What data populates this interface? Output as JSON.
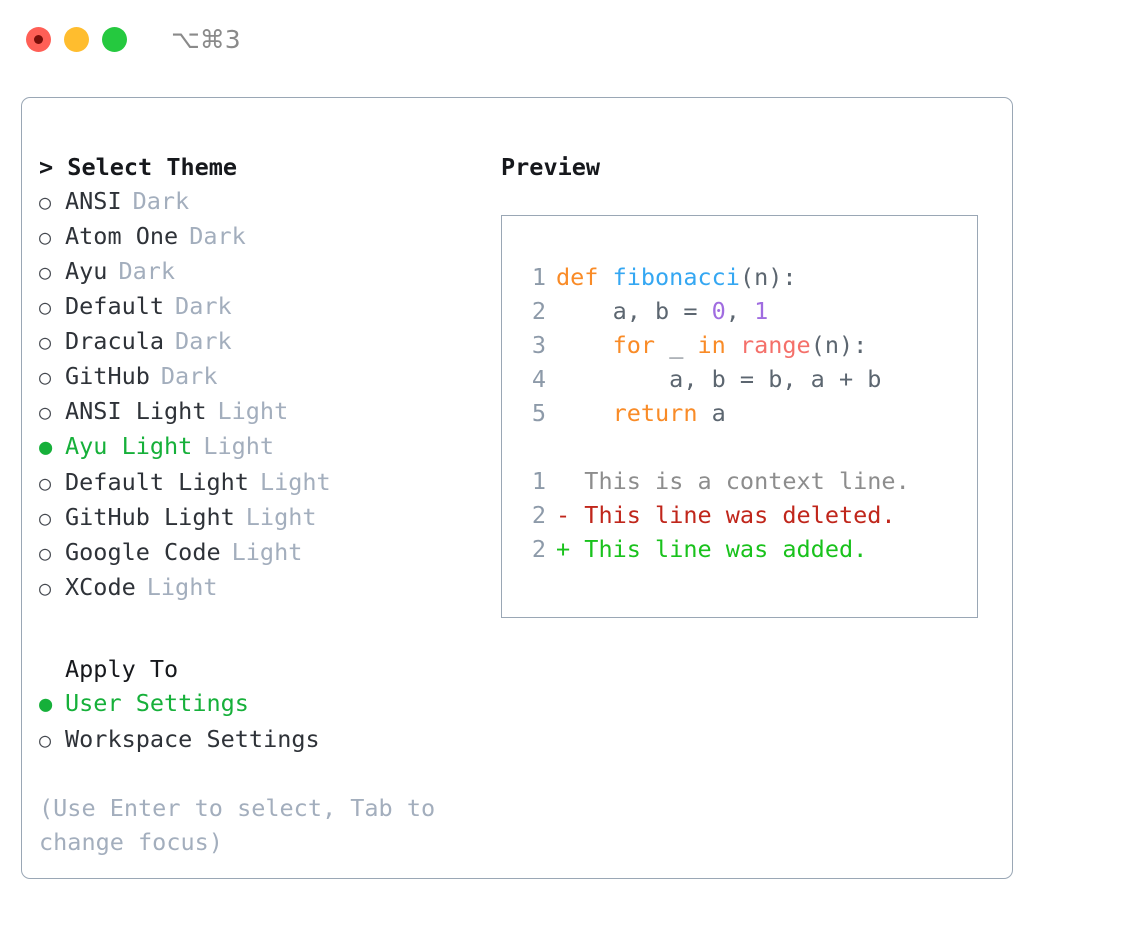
{
  "titlebar": {
    "shortcut": "⌥⌘3",
    "dots": [
      "close-dot",
      "minimize-dot",
      "maximize-dot"
    ]
  },
  "left": {
    "heading": "> Select Theme",
    "themes": [
      {
        "bullet": "○",
        "name": "ANSI",
        "tag": "Dark",
        "selected": false
      },
      {
        "bullet": "○",
        "name": "Atom One",
        "tag": "Dark",
        "selected": false
      },
      {
        "bullet": "○",
        "name": "Ayu",
        "tag": "Dark",
        "selected": false
      },
      {
        "bullet": "○",
        "name": "Default",
        "tag": "Dark",
        "selected": false
      },
      {
        "bullet": "○",
        "name": "Dracula",
        "tag": "Dark",
        "selected": false
      },
      {
        "bullet": "○",
        "name": "GitHub",
        "tag": "Dark",
        "selected": false
      },
      {
        "bullet": "○",
        "name": "ANSI Light",
        "tag": "Light",
        "selected": false
      },
      {
        "bullet": "●",
        "name": "Ayu Light",
        "tag": "Light",
        "selected": true
      },
      {
        "bullet": "○",
        "name": "Default Light",
        "tag": "Light",
        "selected": false
      },
      {
        "bullet": "○",
        "name": "GitHub Light",
        "tag": "Light",
        "selected": false
      },
      {
        "bullet": "○",
        "name": "Google Code",
        "tag": "Light",
        "selected": false
      },
      {
        "bullet": "○",
        "name": "XCode",
        "tag": "Light",
        "selected": false
      }
    ],
    "apply_heading": "Apply To",
    "apply_options": [
      {
        "bullet": "●",
        "name": "User Settings",
        "selected": true
      },
      {
        "bullet": "○",
        "name": "Workspace Settings",
        "selected": false
      }
    ],
    "hint": "(Use Enter to select, Tab to change focus)"
  },
  "right": {
    "heading": "Preview",
    "code_lines": [
      {
        "no": "1",
        "tokens": [
          {
            "t": "def ",
            "c": "kw"
          },
          {
            "t": "fibonacci",
            "c": "fn"
          },
          {
            "t": "(n):",
            "c": "pl"
          }
        ]
      },
      {
        "no": "2",
        "tokens": [
          {
            "t": "    a, b = ",
            "c": "pl"
          },
          {
            "t": "0",
            "c": "num"
          },
          {
            "t": ", ",
            "c": "pl"
          },
          {
            "t": "1",
            "c": "num"
          }
        ]
      },
      {
        "no": "3",
        "tokens": [
          {
            "t": "    for ",
            "c": "kw"
          },
          {
            "t": "_ ",
            "c": "pl"
          },
          {
            "t": "in ",
            "c": "kw"
          },
          {
            "t": "range",
            "c": "bi"
          },
          {
            "t": "(n):",
            "c": "pl"
          }
        ]
      },
      {
        "no": "4",
        "tokens": [
          {
            "t": "        a, b = b, a + b",
            "c": "pl"
          }
        ]
      },
      {
        "no": "5",
        "tokens": [
          {
            "t": "    return ",
            "c": "kw"
          },
          {
            "t": "a",
            "c": "pl"
          }
        ]
      }
    ],
    "diff_lines": [
      {
        "no": "1",
        "marker": " ",
        "text": " This is a context line.",
        "kind": "ctx"
      },
      {
        "no": "2",
        "marker": "-",
        "text": " This line was deleted.",
        "kind": "del"
      },
      {
        "no": "2",
        "marker": "+",
        "text": " This line was added.",
        "kind": "add"
      }
    ]
  },
  "colors": {
    "accent_green": "#16b03a",
    "border": "#9aa7b5",
    "muted": "#a3aebd",
    "keyword": "#f98b27",
    "function": "#35a7f2",
    "number": "#a06ce0",
    "builtin": "#f4706a",
    "diff_added": "#19c21c",
    "diff_deleted": "#c0261b"
  }
}
